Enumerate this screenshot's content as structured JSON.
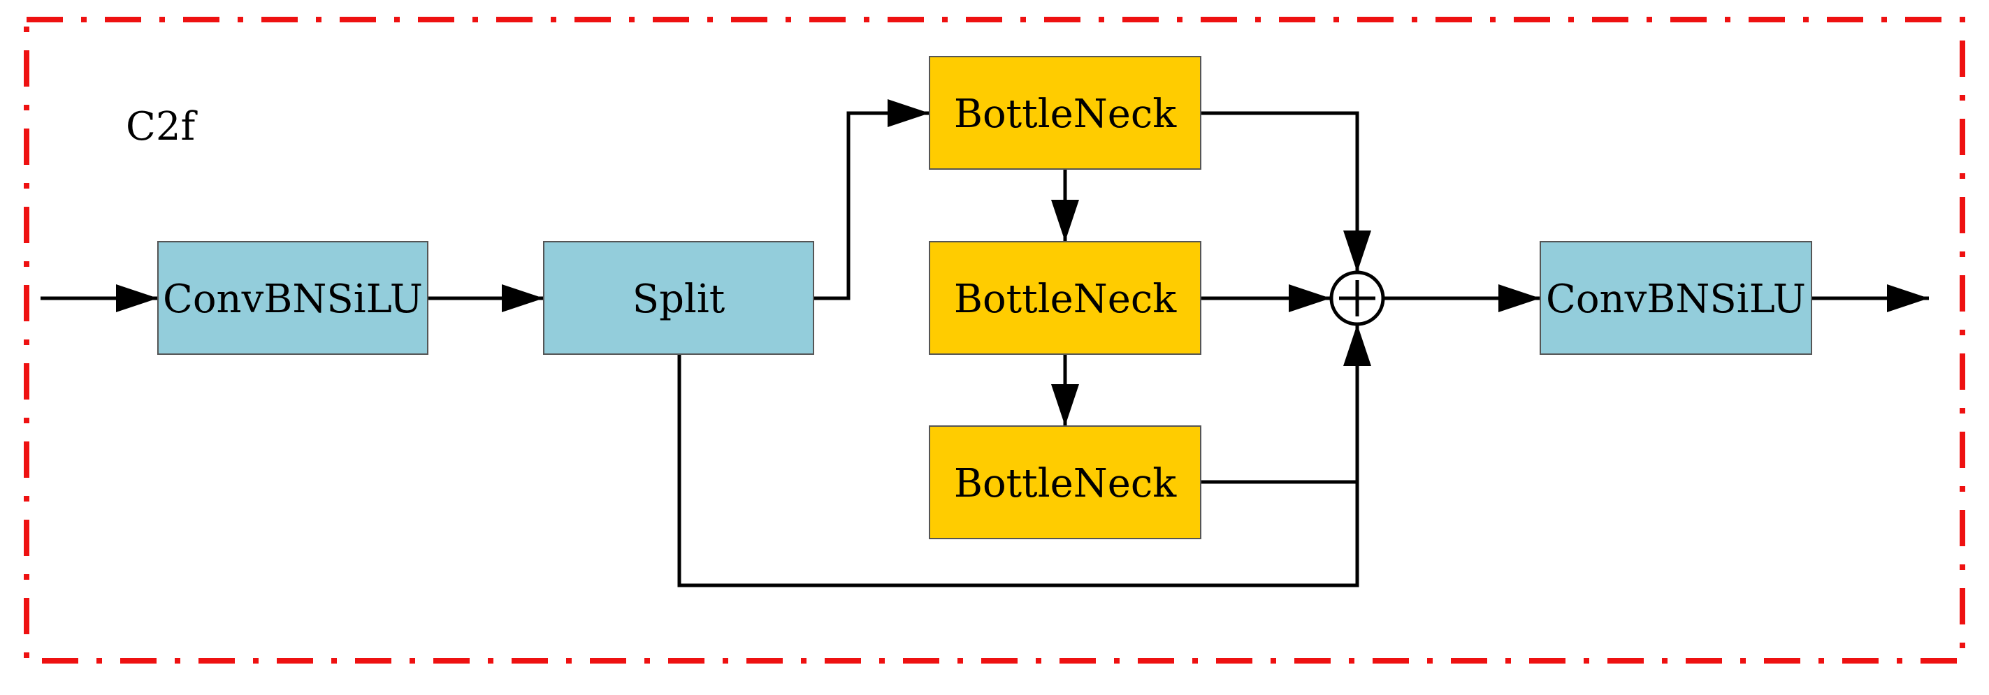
{
  "diagram": {
    "title": "C2f",
    "nodes": {
      "conv_in": "ConvBNSiLU",
      "split": "Split",
      "bottleneck_1": "BottleNeck",
      "bottleneck_2": "BottleNeck",
      "bottleneck_3": "BottleNeck",
      "concat": "+",
      "conv_out": "ConvBNSiLU"
    },
    "colors": {
      "frame": "#ee1111",
      "conv_fill": "#93cddb",
      "bottleneck_fill": "#ffcc00",
      "stroke": "#000000"
    }
  }
}
